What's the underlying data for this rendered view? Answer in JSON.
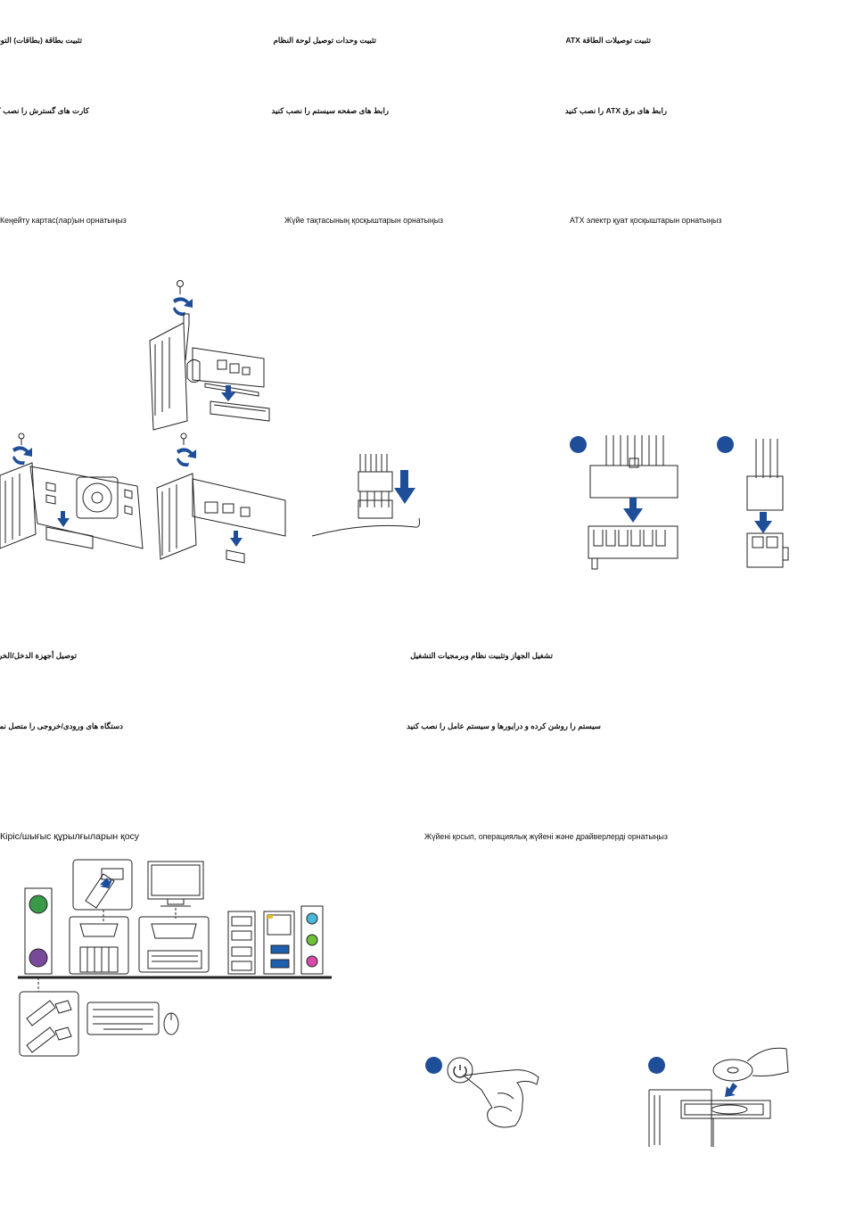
{
  "sections": {
    "expansion": {
      "ar": "تثبيت بطاقة (بطاقات) التوسعة",
      "fa": "کارت های گسترش را نصب کنید",
      "kk": "Кеңейту картас(лар)ын орнатыңыз"
    },
    "system_panel": {
      "ar": "تثبيت وحدات توصيل لوحة النظام",
      "fa": "رابط های صفحه سیستم را نصب کنید",
      "kk": "Жүйе тақтасының қосқыштарын орнатыңыз"
    },
    "atx_power": {
      "ar": "تثبيت توصيلات الطاقة ATX",
      "fa": "رابط های برق ATX را نصب کنید",
      "kk": "ATX электр қуат қосқыштарын орнатыңыз"
    },
    "io_devices": {
      "ar": "توصيل أجهزة الدخل/الخرج",
      "fa": "دستگاه های ورودی/خروجی را متصل نمایید",
      "kk": "Кіріс/шығыс құрылғыларын қосу"
    },
    "power_on": {
      "ar": "تشغيل الجهاز وتثبيت نظام وبرمجيات التشغيل",
      "fa": "سیستم را روشن کرده و درایورها و سیستم عامل را نصب کنید",
      "kk": "Жүйені қосып, операциялық жүйені және драйверлерді орнатыңыз"
    }
  },
  "colors": {
    "accent_blue": "#1f4e99",
    "ps2_green": "#3a9a4a",
    "ps2_purple": "#7a4a9a",
    "audio_cyan": "#4ab8d8",
    "audio_lime": "#6fbf3a",
    "audio_pink": "#d84aa8",
    "usb3_blue": "#1f5fb0"
  },
  "icons": [
    "screw-icon",
    "rotate-arrow-icon",
    "down-arrow-icon",
    "power-button-icon",
    "optical-disc-icon",
    "keyboard-icon",
    "mouse-icon",
    "monitor-icon"
  ]
}
